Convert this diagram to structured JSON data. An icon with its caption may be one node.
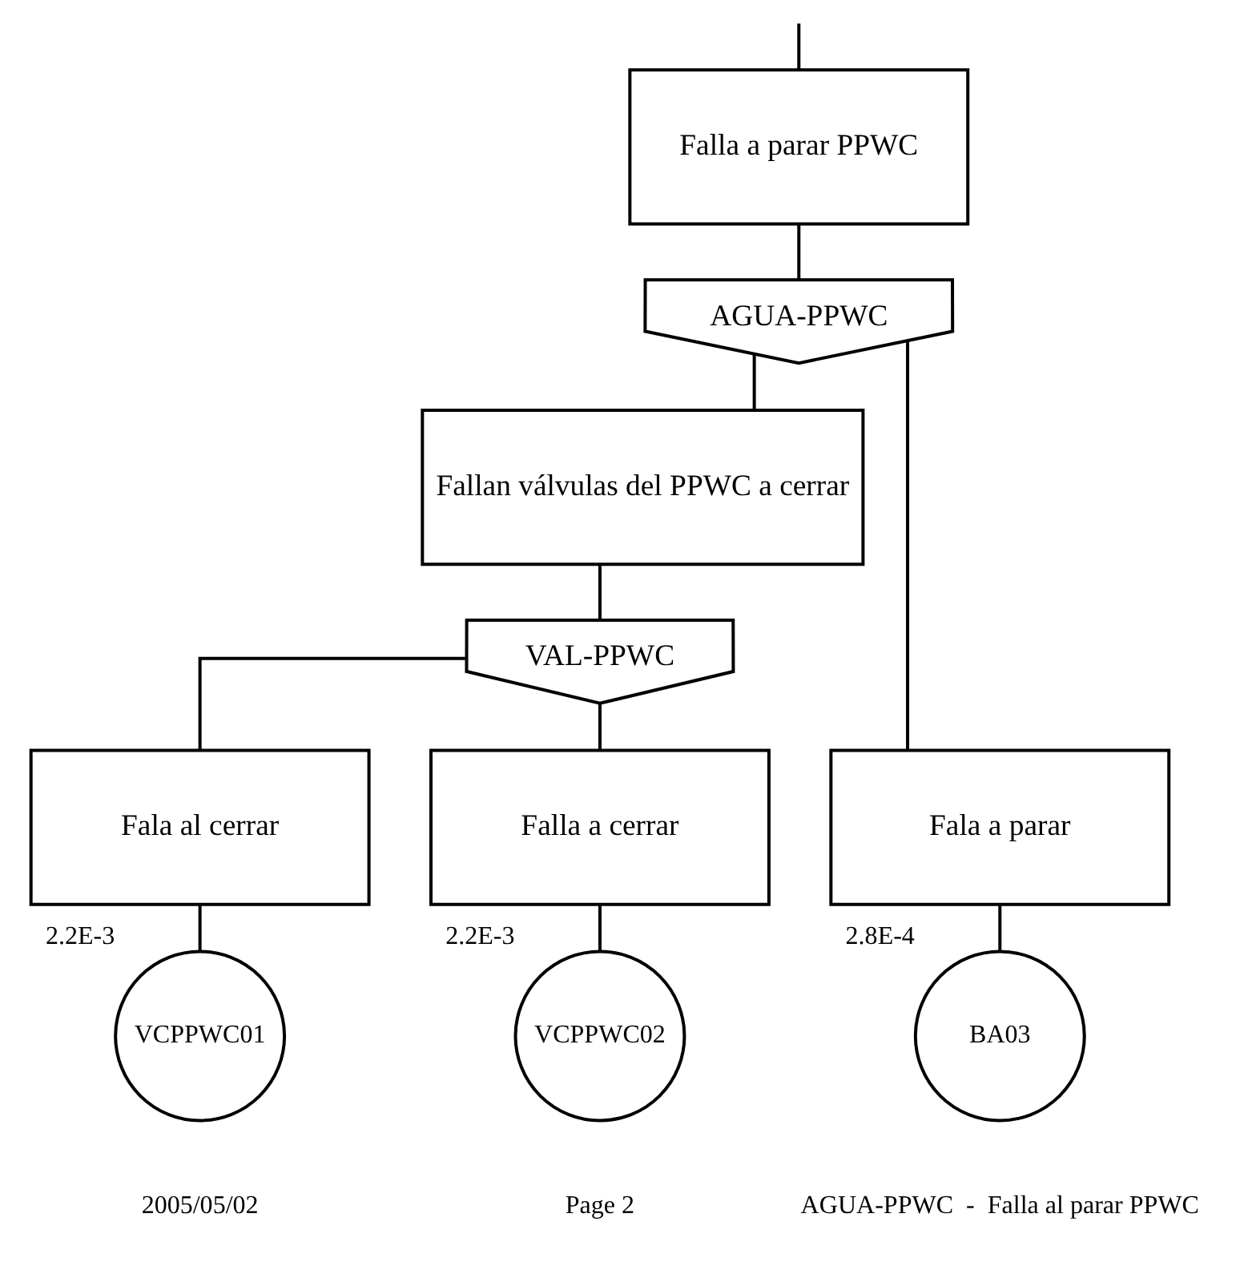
{
  "diagram": {
    "nodes": [
      {
        "text": [
          "Falla a parar PPWC"
        ]
      },
      {
        "text": [
          "AGUA-PPWC"
        ]
      },
      {
        "text": [
          "Fallan válvulas del PPWC a cerrar"
        ]
      },
      {
        "text": [
          "VAL-PPWC"
        ]
      },
      {
        "text": [
          "Fala a parar"
        ]
      },
      {
        "text": [
          "BA03"
        ],
        "beside": [
          "2.8E-4"
        ]
      },
      {
        "text": [
          "Fala al cerrar"
        ]
      },
      {
        "text": [
          "VCPPWC01"
        ],
        "beside": [
          "2.2E-3"
        ]
      },
      {
        "text": [
          "Falla a cerrar"
        ]
      },
      {
        "text": [
          "VCPPWC02"
        ],
        "beside": [
          "2.2E-3"
        ]
      }
    ],
    "edges": [
      {
        "from": null,
        "to": 0,
        "arrow": "none"
      },
      {
        "from": 0,
        "to": 1,
        "arrow": "none"
      },
      {
        "from": 1,
        "to": 4,
        "arrow": "none"
      },
      {
        "from": 1,
        "to": 2,
        "arrow": "none"
      },
      {
        "from": 2,
        "to": 3,
        "arrow": "none"
      },
      {
        "from": 3,
        "to": 6,
        "arrow": "none"
      },
      {
        "from": 3,
        "to": 8,
        "arrow": "none"
      },
      {
        "from": 4,
        "to": 5,
        "arrow": "none"
      },
      {
        "from": 6,
        "to": 7,
        "arrow": "none"
      },
      {
        "from": 8,
        "to": 9,
        "arrow": "none"
      }
    ],
    "labels": [
      "AGUA-PPWC  -  Falla al parar PPWC",
      "2005/05/02",
      "Page 2"
    ]
  }
}
